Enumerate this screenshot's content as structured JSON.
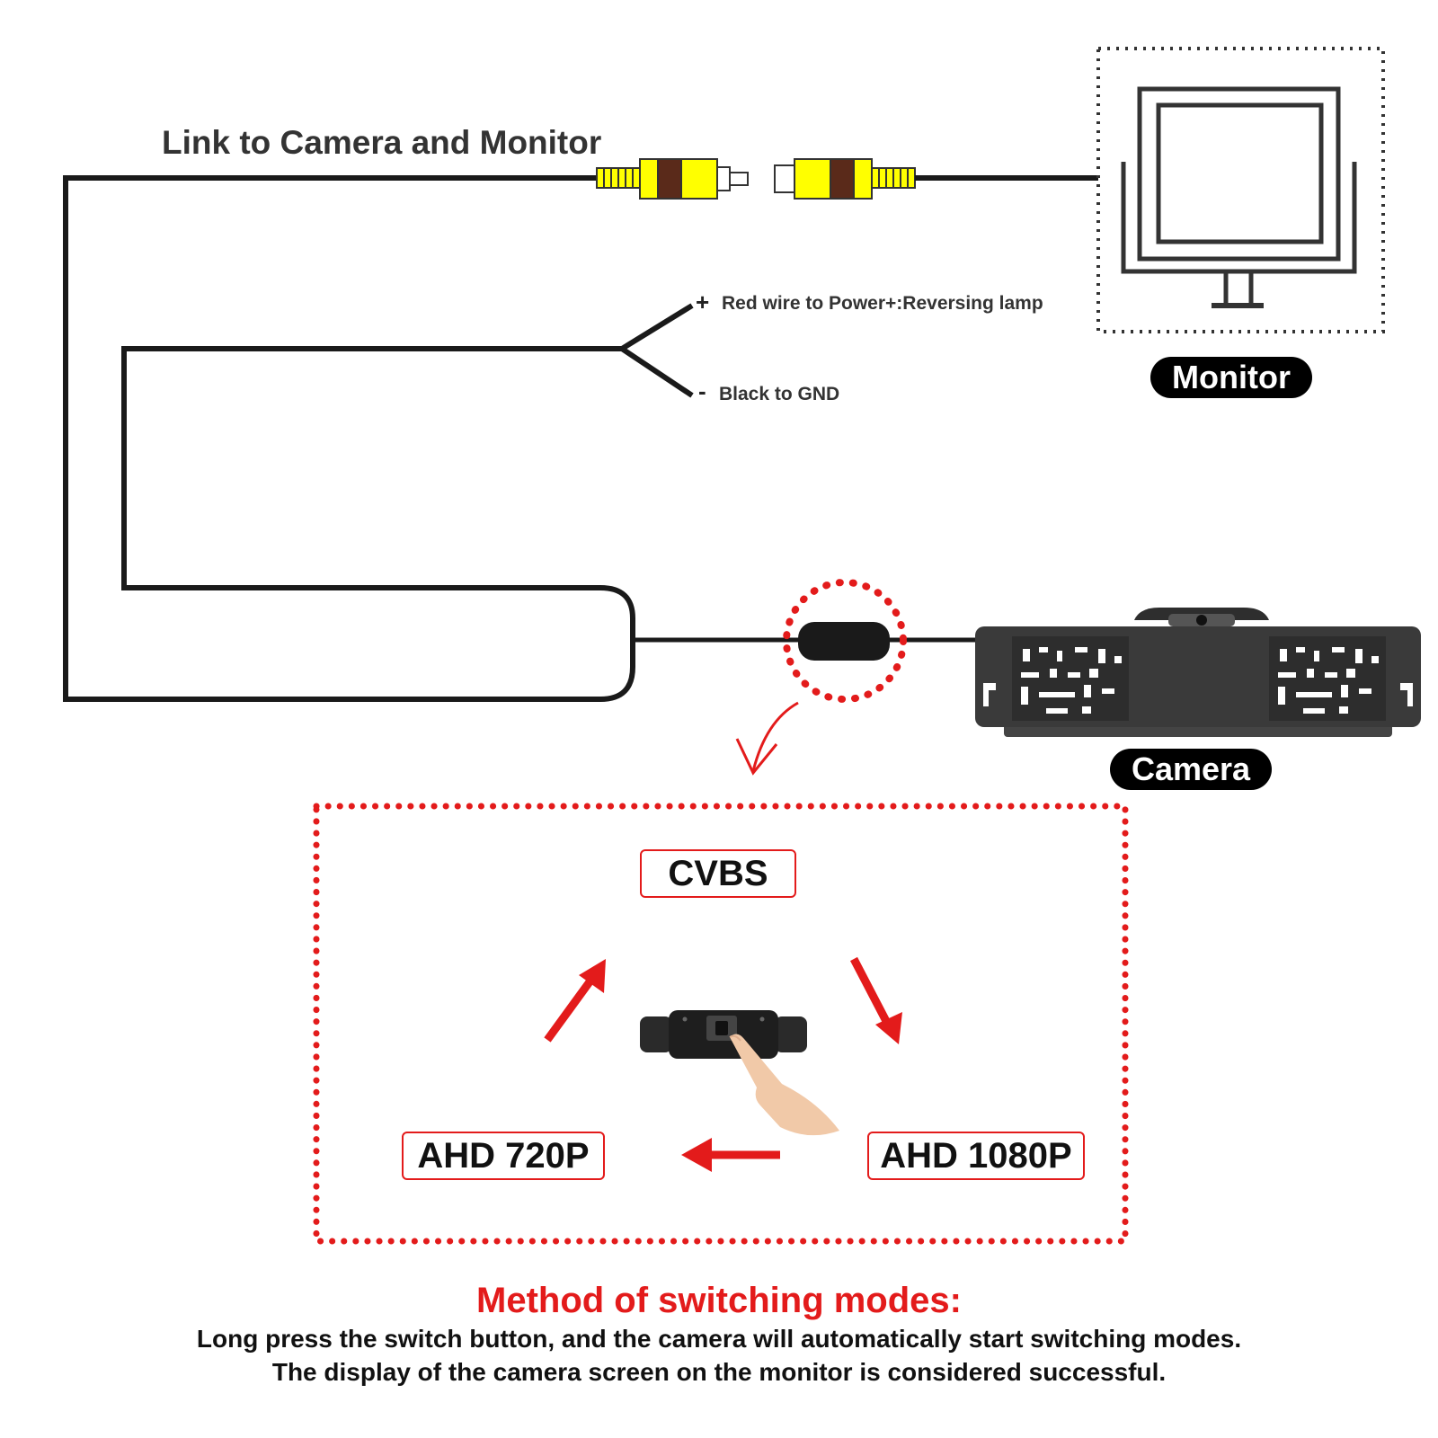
{
  "link_title": "Link to Camera and Monitor",
  "wires": {
    "plus_sign": "+",
    "plus_label": "Red wire to Power+:Reversing lamp",
    "minus_sign": "-",
    "minus_label": "Black to GND"
  },
  "labels": {
    "monitor": "Monitor",
    "camera": "Camera"
  },
  "modes": {
    "cvbs": "CVBS",
    "ahd720": "AHD 720P",
    "ahd1080": "AHD 1080P"
  },
  "method": {
    "title": "Method of switching modes:",
    "line1": "Long press the switch button, and the camera will automatically start switching modes.",
    "line2": "The display of the camera screen on the monitor is considered successful."
  },
  "colors": {
    "accent_red": "#e31b1b",
    "wire": "#1a1a1a",
    "rca_yellow": "#ffff00",
    "rca_brown": "#5a2a1a"
  }
}
